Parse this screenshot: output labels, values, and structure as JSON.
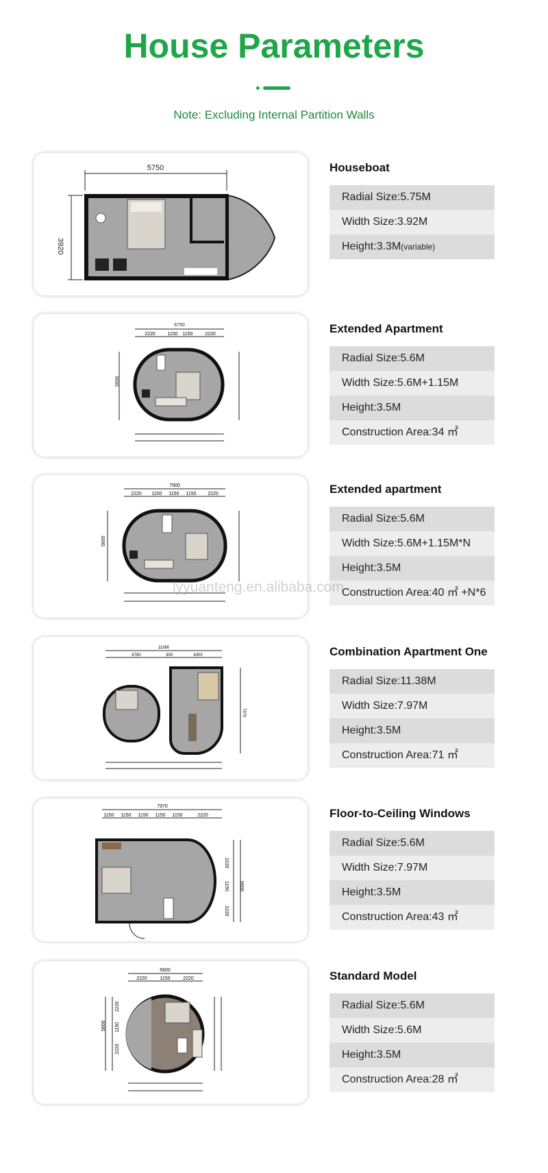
{
  "header": {
    "title": "House Parameters",
    "note": "Note: Excluding Internal Partition Walls"
  },
  "colors": {
    "accent": "#1fa64a",
    "row_dark": "#dcdcdc",
    "row_light": "#ededed"
  },
  "watermark": "lyyuanteng.en.alibaba.com",
  "models": [
    {
      "name": "Houseboat",
      "radial": "Radial Size:5.75M",
      "width": "Width Size:3.92M",
      "height": "Height:3.3M",
      "height_note": "(variable)",
      "area": "",
      "plan": {
        "length": "5750",
        "breadth": "3920"
      }
    },
    {
      "name": "Extended Apartment",
      "radial": "Radial Size:5.6M",
      "width": "Width Size:5.6M+1.15M",
      "height": "Height:3.5M",
      "area": "Construction Area:34 ㎡",
      "plan": {
        "top": "6750",
        "seg": [
          "2220",
          "1150",
          "1150",
          "2220"
        ],
        "side": "5600"
      }
    },
    {
      "name": "Extended apartment",
      "radial": "Radial Size:5.6M",
      "width": "Width Size:5.6M+1.15M*N",
      "height": "Height:3.5M",
      "area": "Construction Area:40 ㎡ +N*6",
      "plan": {
        "top": "7900",
        "seg": [
          "2220",
          "1150",
          "1150",
          "1150",
          "2220"
        ],
        "side": "5600"
      }
    },
    {
      "name": "Combination Apartment One",
      "radial": "Radial Size:11.38M",
      "width": "Width Size:7.97M",
      "height": "Height:3.5M",
      "area": "Construction Area:71 ㎡",
      "plan": {
        "top": "11380",
        "seg": [
          "6780",
          "300",
          "4300"
        ],
        "side": "7970"
      }
    },
    {
      "name": "Floor-to-Ceiling Windows",
      "radial": "Radial Size:5.6M",
      "width": "Width Size:7.97M",
      "height": "Height:3.5M",
      "area": "Construction Area:43 ㎡",
      "plan": {
        "top": "7970",
        "seg": [
          "1150",
          "1150",
          "1150",
          "1150",
          "1150",
          "2220"
        ],
        "side": "5600",
        "sseg": [
          "2220",
          "1150",
          "2220"
        ]
      }
    },
    {
      "name": "Standard Model",
      "radial": "Radial Size:5.6M",
      "width": "Width Size:5.6M",
      "height": "Height:3.5M",
      "area": "Construction Area:28 ㎡",
      "plan": {
        "top": "5600",
        "seg": [
          "2220",
          "1150",
          "2220"
        ],
        "side": "5600",
        "sseg": [
          "2220",
          "1150",
          "2220"
        ]
      }
    }
  ]
}
